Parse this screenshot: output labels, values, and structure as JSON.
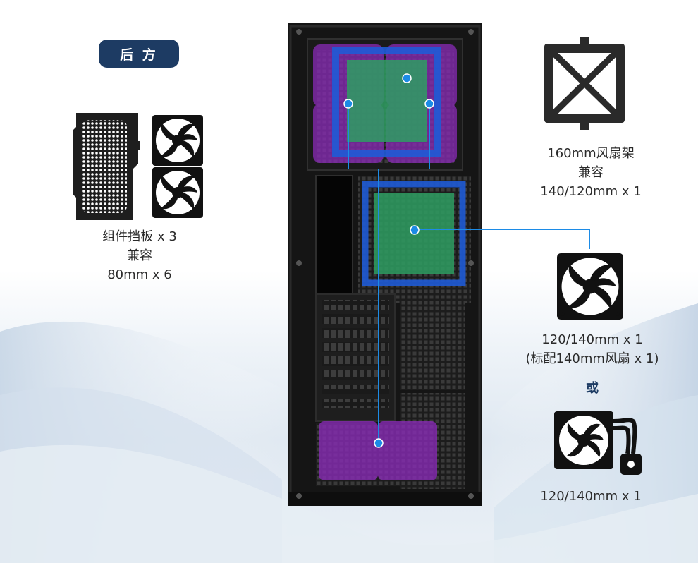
{
  "badge": {
    "label": "后 方"
  },
  "left_callout": {
    "lines": [
      "组件挡板 x 3",
      "兼容",
      "80mm x 6"
    ]
  },
  "top_right_callout": {
    "lines": [
      "160mm风扇架",
      "兼容",
      "140/120mm x 1"
    ]
  },
  "middle_right_callout": {
    "lines": [
      "120/140mm x 1",
      "(标配140mm风扇 x 1)"
    ]
  },
  "or_text": "或",
  "bottom_right_callout": {
    "lines": [
      "120/140mm x 1"
    ]
  },
  "colors": {
    "badge_bg": "#1d3b63",
    "connector": "#1c8be6",
    "zone_purple": "#8a2bb8",
    "zone_green": "#2e9e62",
    "zone_blue": "#1f5bd6",
    "case_body": "#151515"
  },
  "icons": [
    "bracket-plate-icon",
    "dual-fan-icon",
    "fan-bracket-icon",
    "fan-icon",
    "aio-cooler-icon",
    "connector-dot-icon"
  ]
}
